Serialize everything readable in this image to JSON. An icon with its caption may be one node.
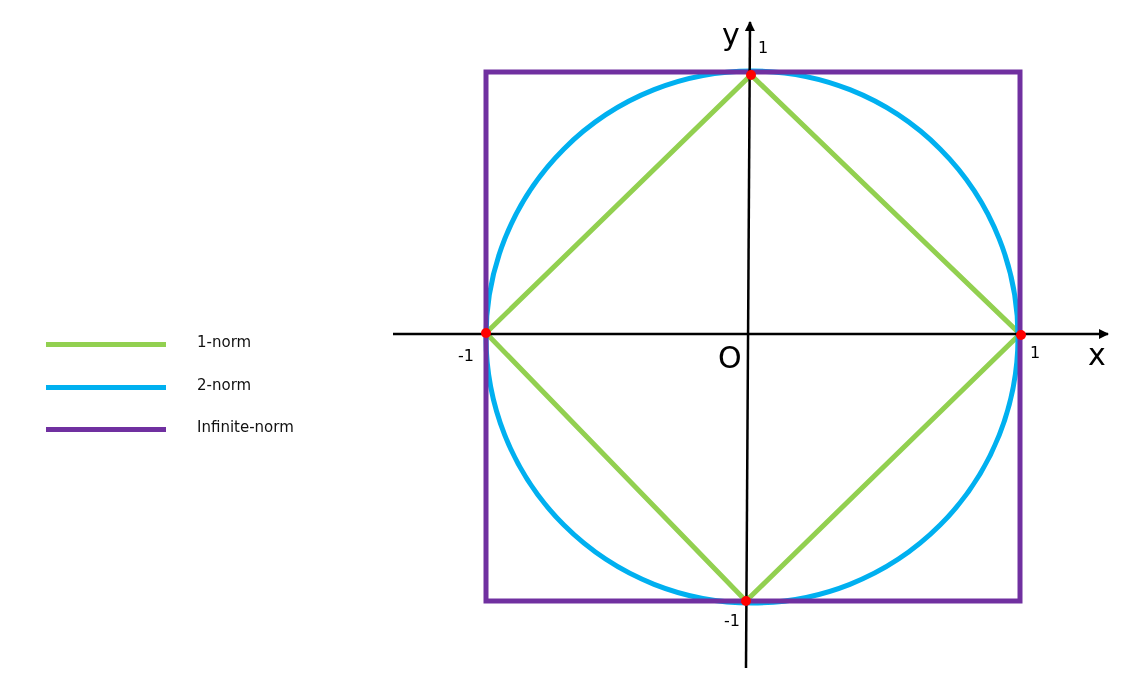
{
  "diagram": {
    "labels": [
      "y",
      "1",
      "-1",
      "O",
      "1",
      "x",
      "-1"
    ],
    "legend": [
      {
        "text": "1-norm",
        "color": "#92d050"
      },
      {
        "text": "2-norm",
        "color": "#00b0f0"
      },
      {
        "text": "Infinite-norm",
        "color": "#7030a0"
      }
    ]
  }
}
